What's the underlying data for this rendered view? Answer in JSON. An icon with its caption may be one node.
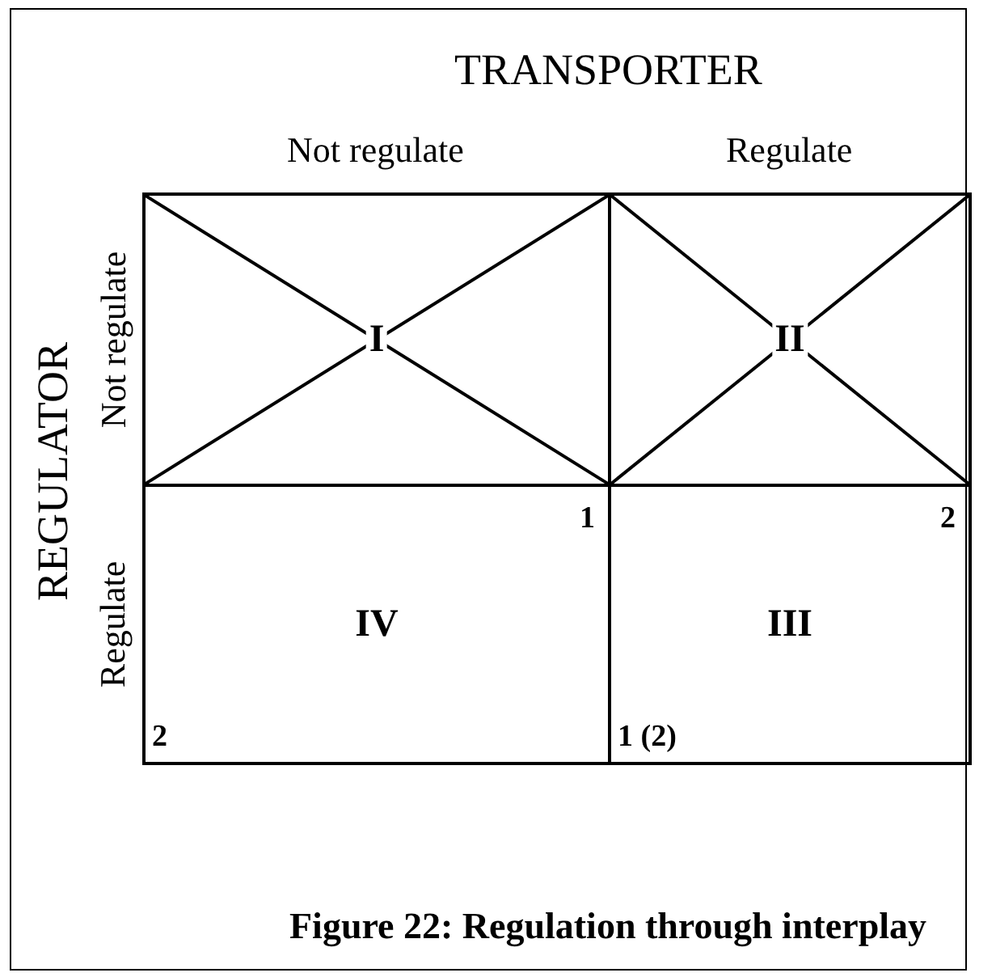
{
  "diagram": {
    "caption": "Figure 22: Regulation through interplay",
    "nodes": [
      {
        "text": [
          "I"
        ]
      },
      {
        "text": [
          "II"
        ]
      },
      {
        "text": [
          "IV",
          "1",
          "2"
        ]
      },
      {
        "text": [
          "III",
          "2",
          "1 (2)"
        ]
      }
    ],
    "labels": [
      "TRANSPORTER",
      "Not regulate",
      "Regulate",
      "REGULATOR",
      "Not regulate",
      "Regulate"
    ]
  }
}
